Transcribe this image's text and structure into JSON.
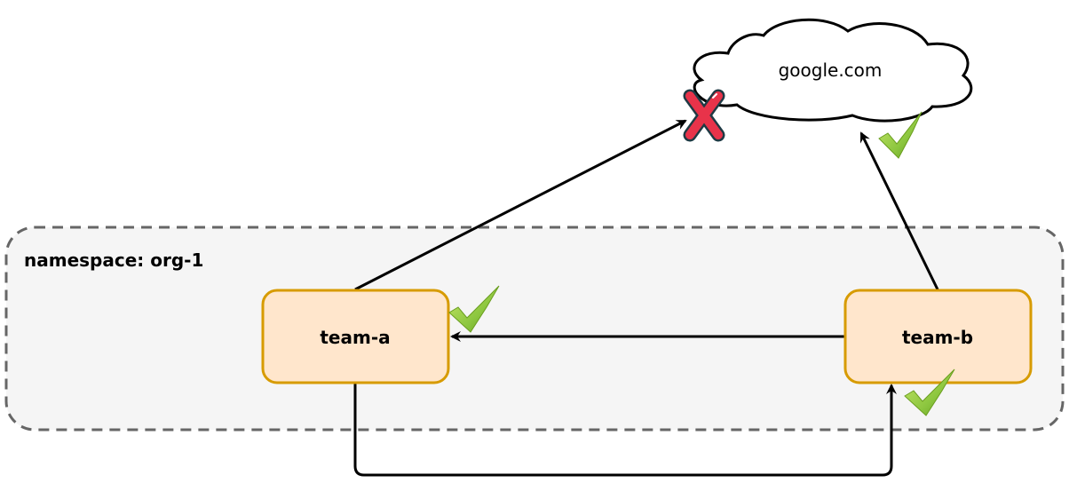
{
  "namespace": {
    "label": "namespace: org-1",
    "fill": "#f5f5f5",
    "stroke": "#666666"
  },
  "nodes": {
    "team_a": {
      "label": "team-a",
      "fill": "#ffe6cc",
      "stroke": "#d79b00"
    },
    "team_b": {
      "label": "team-b",
      "fill": "#ffe6cc",
      "stroke": "#d79b00"
    },
    "external": {
      "label": "google.com",
      "fill": "#ffffff",
      "stroke": "#000000"
    }
  },
  "edges": [
    {
      "from": "team-a",
      "to": "google.com",
      "status": "denied"
    },
    {
      "from": "team-b",
      "to": "google.com",
      "status": "allowed"
    },
    {
      "from": "team-b",
      "to": "team-a",
      "status": "allowed"
    },
    {
      "from": "team-a",
      "to": "team-b",
      "status": "allowed"
    }
  ],
  "status_colors": {
    "allowed": "#8cc63f",
    "denied": "#e8334a"
  }
}
